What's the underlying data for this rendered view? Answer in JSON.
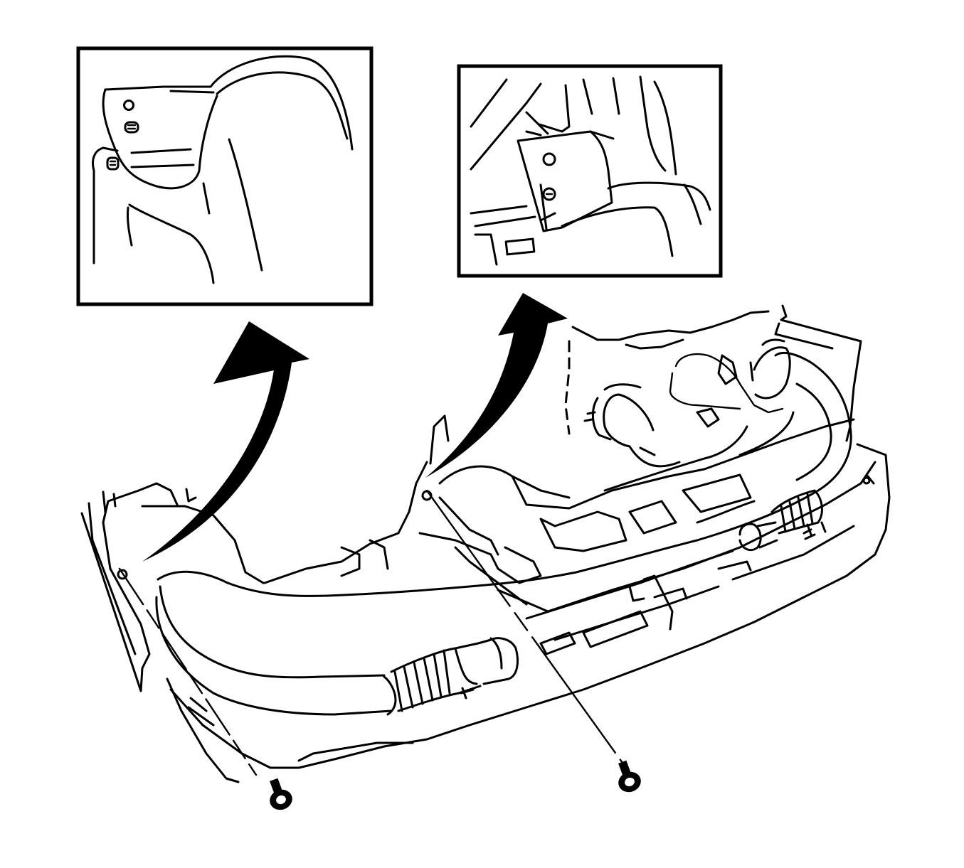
{
  "diagram": {
    "kind": "line-art technical illustration",
    "stroke_color": "#000000",
    "background_color": "#ffffff",
    "components": [
      "detail-view-left-bracket",
      "detail-view-right-bracket",
      "instrument-panel-carrier",
      "air-distribution-duct",
      "mounting-bolt-left",
      "mounting-bolt-right"
    ],
    "icons": [
      "callout-arrow-icon",
      "bolt-icon"
    ]
  }
}
